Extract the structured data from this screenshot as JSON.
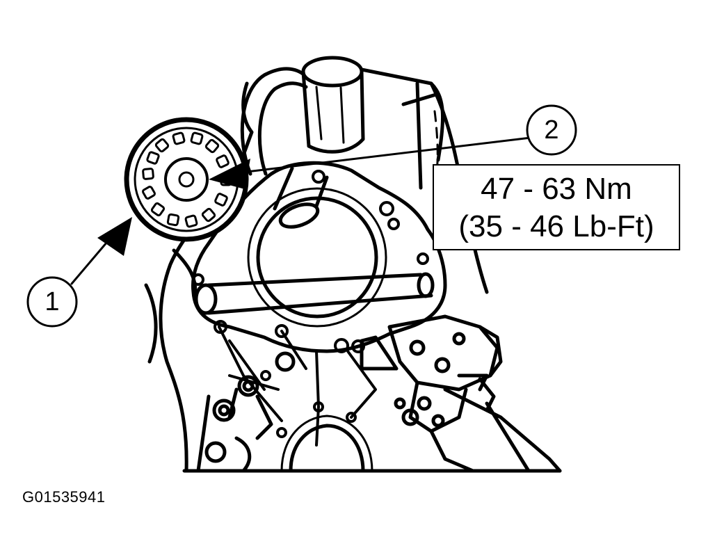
{
  "callouts": {
    "one": "1",
    "two": "2"
  },
  "torque_spec": {
    "metric": "47 - 63 Nm",
    "imperial": "(35 - 46 Lb-Ft)"
  },
  "figure_id": "G01535941",
  "colors": {
    "ink": "#000000",
    "paper": "#ffffff"
  }
}
